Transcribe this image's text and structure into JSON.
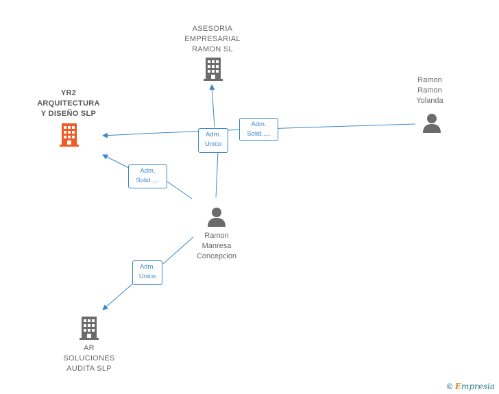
{
  "nodes": {
    "yr2": {
      "label": "YR2\nARQUITECTURA\nY DISEÑO  SLP",
      "type": "company",
      "color": "#f05a24"
    },
    "asesoria": {
      "label": "ASESORIA\nEMPRESARIAL\nRAMON SL",
      "type": "company",
      "color": "#6b6b6b"
    },
    "ar": {
      "label": "AR\nSOLUCIONES\nAUDITA SLP",
      "type": "company",
      "color": "#6b6b6b"
    },
    "ramon_yolanda": {
      "label": "Ramon\nRamon\nYolanda",
      "type": "person",
      "color": "#6b6b6b"
    },
    "ramon_concepcion": {
      "label": "Ramon\nManresa\nConcepcion",
      "type": "person",
      "color": "#6b6b6b"
    }
  },
  "edges": {
    "concepcion_asesoria": {
      "label": "Adm.\nUnico"
    },
    "yolanda_yr2": {
      "label": "Adm.\nSolid.,..."
    },
    "concepcion_yr2": {
      "label": "Adm.\nSolid.,..."
    },
    "concepcion_ar": {
      "label": "Adm.\nUnico"
    }
  },
  "colors": {
    "edge": "#3a86c8"
  },
  "footer": {
    "copyright": "©",
    "brand_initial": "E",
    "brand_rest": "mpresia"
  }
}
